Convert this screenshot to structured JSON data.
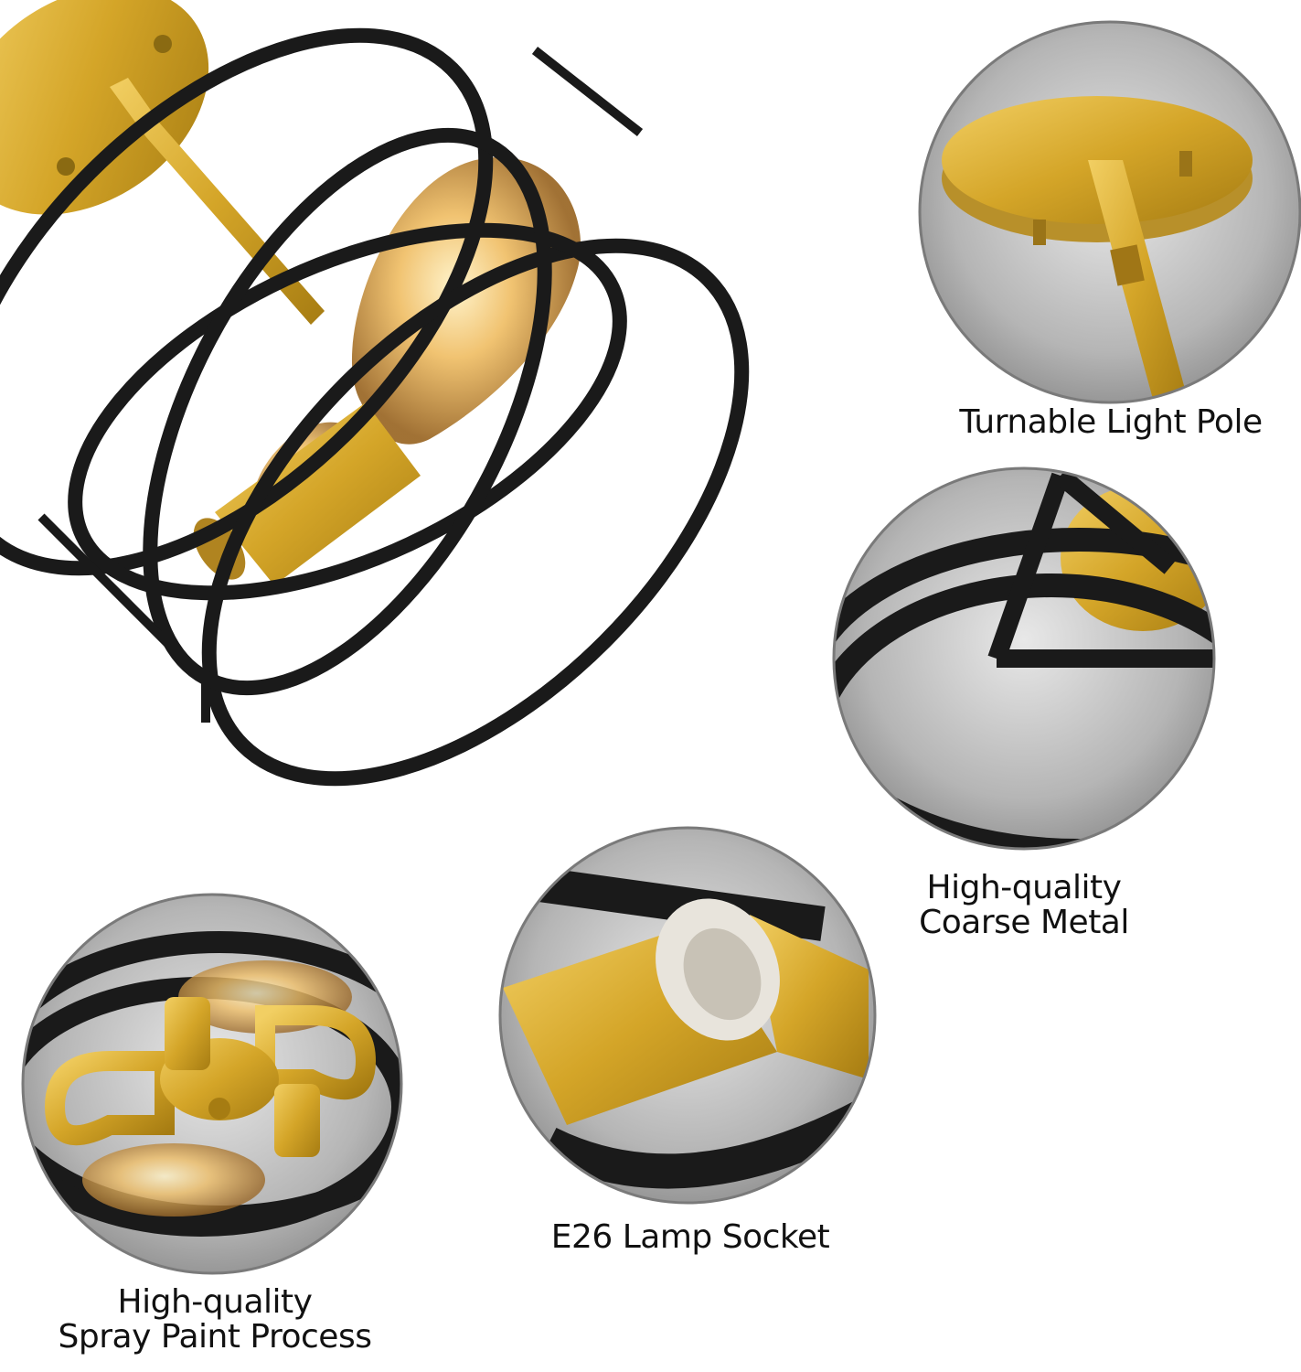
{
  "callouts": {
    "pole": {
      "label": "Turnable Light Pole"
    },
    "metal": {
      "line1": "High-quality",
      "line2": "Coarse Metal"
    },
    "socket": {
      "label": "E26 Lamp Socket"
    },
    "paint": {
      "line1": "High-quality",
      "line2": "Spray Paint Process"
    }
  },
  "colors": {
    "gold": "#D4A528",
    "black": "#1a1a1a",
    "bulb": "#E8B45A",
    "circle_bg": "#9a9a9a"
  }
}
